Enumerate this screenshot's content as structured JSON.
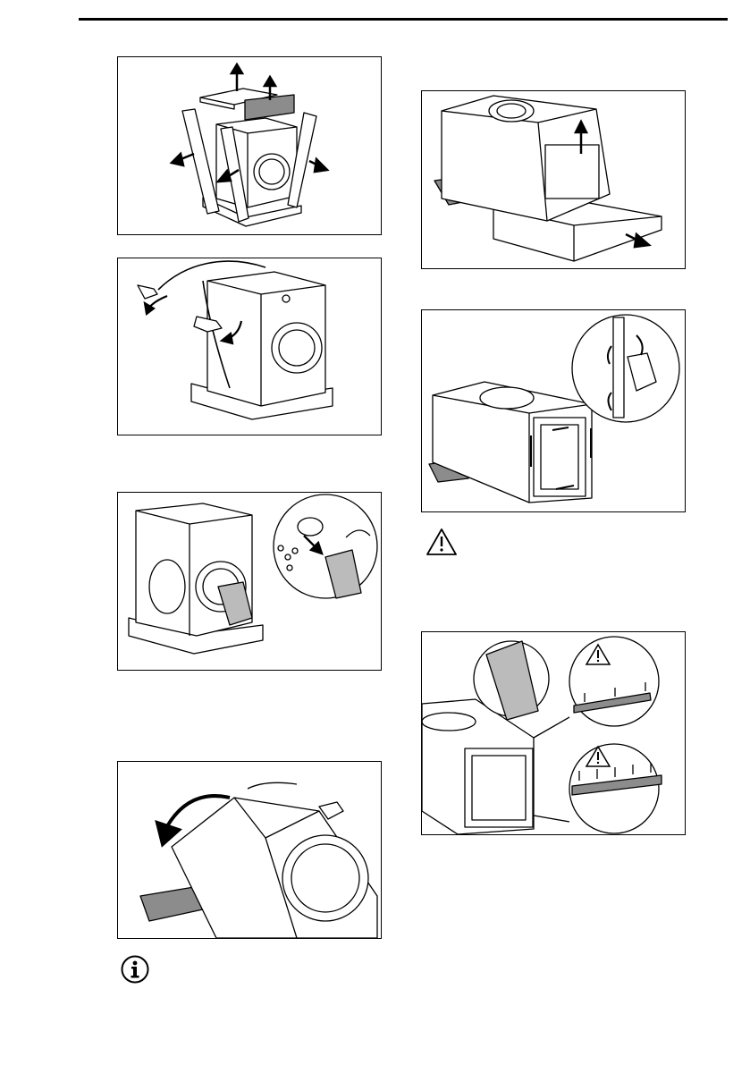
{
  "page": {
    "background": "#ffffff",
    "line_color": "#000000",
    "fill_grey": "#8c8c8c",
    "fill_light": "#e6e6e6"
  },
  "figures": [
    {
      "id": "fig-1",
      "depicts": "remove-packaging-top-and-side-panels"
    },
    {
      "id": "fig-2",
      "depicts": "remove-protective-cover"
    },
    {
      "id": "fig-3",
      "depicts": "open-door-remove-accessory-bag"
    },
    {
      "id": "fig-4",
      "depicts": "tilt-machine-onto-polystyrene-block"
    },
    {
      "id": "fig-5",
      "depicts": "lift-machine-remove-base-packaging"
    },
    {
      "id": "fig-6",
      "depicts": "remove-protection-strips-at-base"
    },
    {
      "id": "fig-7",
      "depicts": "fit-noise-reduction-strips"
    }
  ],
  "icons": {
    "warning": "warning-triangle-icon",
    "info": "info-circle-icon"
  }
}
